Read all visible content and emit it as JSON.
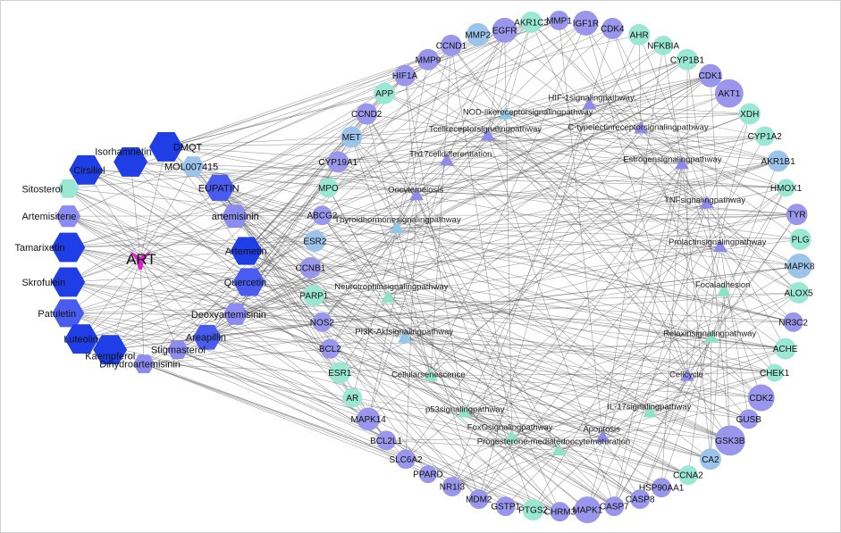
{
  "center": {
    "name": "ART",
    "color": "#e020d0"
  },
  "colors": {
    "compound_dark": "#1f3ee6",
    "compound_mid": "#4a5cf0",
    "compound_light": "#8c8cf0",
    "target_purple": "#9a96ec",
    "target_blue": "#9cc4ea",
    "target_teal": "#9be8d2",
    "pathway_purple": "#8f8ae8",
    "pathway_blue": "#8ec8e8",
    "pathway_teal": "#8ee3c4",
    "edge": "#555555"
  },
  "compounds": [
    "DMQT",
    "Isorhamnetin",
    "Cirsiliol",
    "MOL007415",
    "Sitosterol",
    "EUPATIN",
    "Artemisitene",
    "artemisinin",
    "Tamarixetin",
    "Artemetin",
    "Skrofulein",
    "Quercetin",
    "Patuletin",
    "Deoxyartemisinin",
    "Luteolin",
    "Areapillin",
    "Kaempferol",
    "Stigmasterol",
    "Dihydroartemisinin"
  ],
  "targets": [
    "EGFR",
    "AKR1C3",
    "MMP1",
    "IGF1R",
    "CDK4",
    "AHR",
    "NFKBIA",
    "CYP1B1",
    "CDK1",
    "AKT1",
    "XDH",
    "CYP1A2",
    "AKR1B1",
    "HMOX1",
    "TYR",
    "PLG",
    "MAPK8",
    "ALOX5",
    "NR3C2",
    "ACHE",
    "CHEK1",
    "CDK2",
    "GUSB",
    "GSK3B",
    "CA2",
    "CCNA2",
    "HSP90AA1",
    "CASP8",
    "CASP7",
    "MAPK1",
    "CHRM3",
    "PTGS2",
    "GSTP1",
    "MDM2",
    "NR1I3",
    "PPARD",
    "SLC6A2",
    "BCL2L1",
    "MAPK14",
    "AR",
    "ESR1",
    "BCL2",
    "NOS2",
    "PARP1",
    "CCNB1",
    "ESR2",
    "ABCG2",
    "MPO",
    "CYP19A1",
    "MET",
    "CCND2",
    "APP",
    "HIF1A",
    "MMP9",
    "CCND1",
    "MMP2"
  ],
  "pathways": [
    "HIF-1signalingpathway",
    "NOD-likereceptorsignalingpathway",
    "Tcellreceptorsignalingpathway",
    "C-typelectinreceptorsignalingpathway",
    "Th17celldifferentiation",
    "Estrogensignalingpathway",
    "Oocytemeiosis",
    "TNFsignalingpathway",
    "Thyroidhormonesignalingpathway",
    "Prolactinsignalingpathway",
    "Neurotrophinsignalingpathway",
    "Focaladhesion",
    "PI3K-Aktsignalingpathway",
    "Relaxinsignalingpathway",
    "Cellularsenescence",
    "Cellcycle",
    "p53signalingpathway",
    "IL-17signalingpathway",
    "FoxOsignalingpathway",
    "Apoptosis",
    "Progesterone-mediatedoocytematuration"
  ]
}
